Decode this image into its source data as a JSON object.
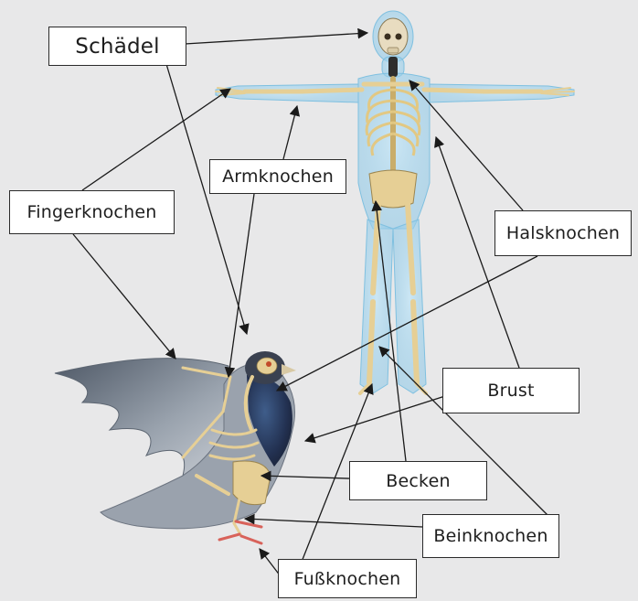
{
  "labels": {
    "schaedel": "Schädel",
    "armknochen": "Armknochen",
    "fingerknochen": "Fingerknochen",
    "halsknochen": "Halsknochen",
    "brust": "Brust",
    "becken": "Becken",
    "beinknochen": "Beinknochen",
    "fussknochen": "Fußknochen"
  },
  "colors": {
    "background": "#e8e8e9",
    "bone": "#e6cf95",
    "body_glow": "#a9d7ee",
    "bird_feather": "#8d96a3",
    "bird_breast": "#2f3c5c",
    "arrow": "#1a1a1a"
  }
}
